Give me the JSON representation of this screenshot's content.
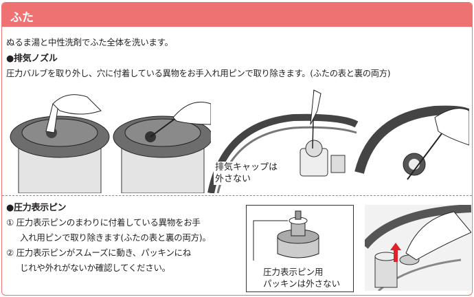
{
  "header": {
    "title": "ふた"
  },
  "intro": "ぬるま湯と中性洗剤でふた全体を洗います。",
  "nozzle": {
    "heading": "●排気ノズル",
    "text": "圧力バルブを取り外し、穴に付着している異物をお手入れ用ピンで取り除きます。(ふたの表と裏の両方)",
    "callout_lines": [
      "排気キャップは",
      "外さない"
    ]
  },
  "pin": {
    "heading": "●圧力表示ピン",
    "items": [
      {
        "num": "①",
        "lines": [
          "圧力表示ピンのまわりに付着している異物をお手",
          "入れ用ピンで取り除きます(ふたの表と裏の両方)。"
        ]
      },
      {
        "num": "②",
        "lines": [
          "圧力表示ピンがスムーズに動き、パッキンにね",
          "じれや外れがないか確認してください。"
        ]
      }
    ],
    "callout_lines": [
      "圧力表示ピン用",
      "パッキンは外さない"
    ]
  },
  "colors": {
    "accent": "#ef7272",
    "arrow": "#e0202a"
  }
}
